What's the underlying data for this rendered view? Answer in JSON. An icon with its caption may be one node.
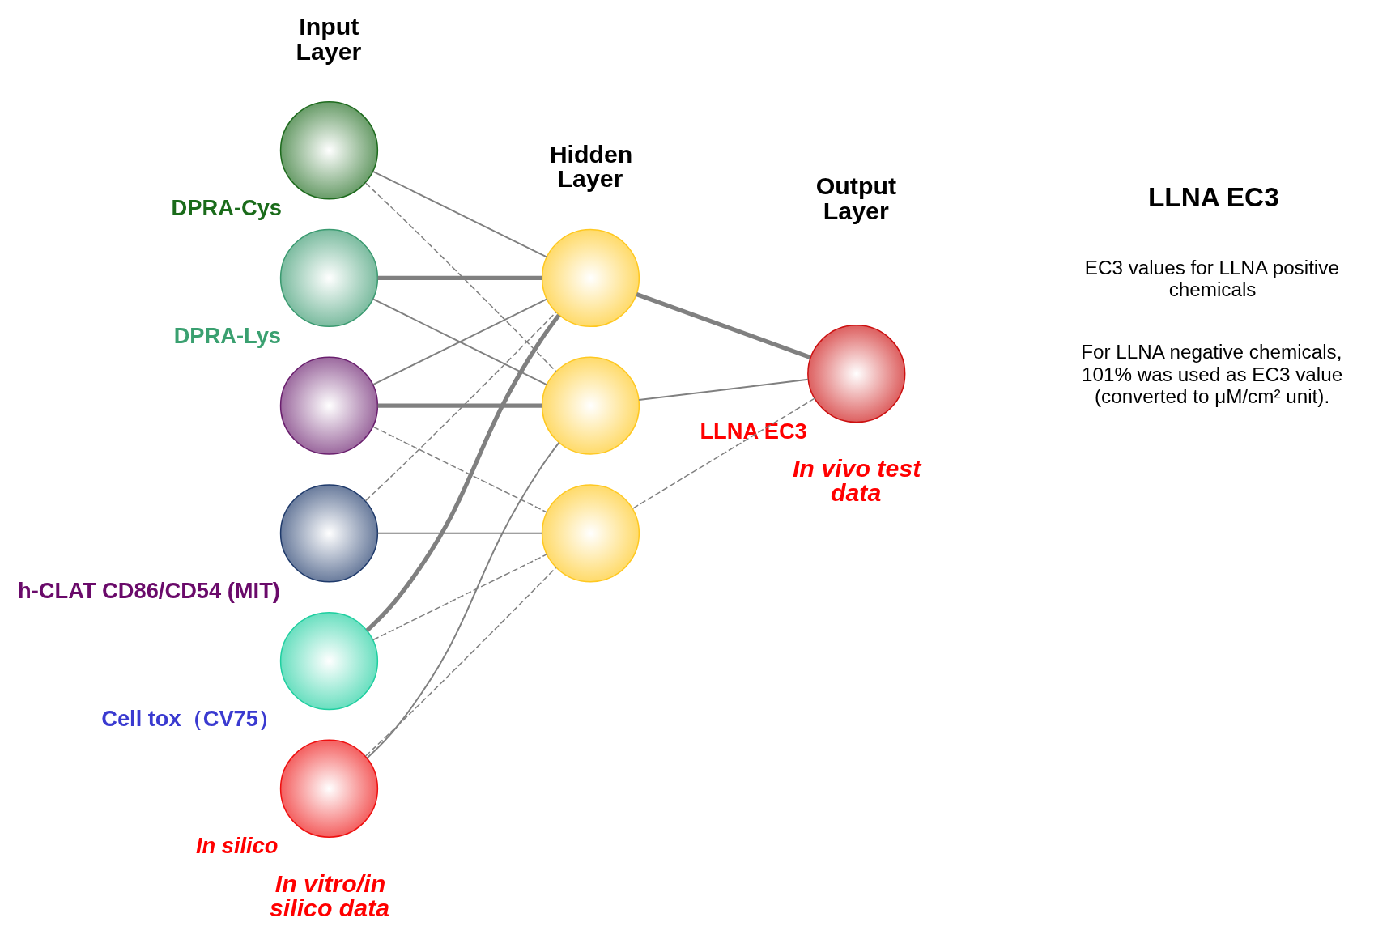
{
  "diagram": {
    "nodes": [
      {
        "text": [],
        "shape": "circle",
        "beside": [
          "DPRA-Cys"
        ]
      },
      {
        "text": [],
        "shape": "circle",
        "beside": [
          "DPRA-Lys"
        ]
      },
      {
        "text": [],
        "shape": "circle"
      },
      {
        "text": [],
        "shape": "circle",
        "beside": [
          "h-CLAT CD86/CD54 (MIT)"
        ]
      },
      {
        "text": [],
        "shape": "circle",
        "beside": [
          "Cell tox（CV75）"
        ]
      },
      {
        "text": [],
        "shape": "circle",
        "beside": [
          "In silico"
        ]
      },
      {
        "text": [],
        "shape": "circle"
      },
      {
        "text": [],
        "shape": "circle"
      },
      {
        "text": [],
        "shape": "circle"
      },
      {
        "text": [],
        "shape": "circle",
        "beside": [
          "LLNA EC3"
        ]
      }
    ],
    "edges": [
      {
        "from": 0,
        "to": 6,
        "arrow": "none"
      },
      {
        "from": 0,
        "to": 7,
        "arrow": "none",
        "style": "dashed"
      },
      {
        "from": 1,
        "to": 6,
        "arrow": "none",
        "style": "thick"
      },
      {
        "from": 1,
        "to": 7,
        "arrow": "none"
      },
      {
        "from": 2,
        "to": 6,
        "arrow": "none"
      },
      {
        "from": 2,
        "to": 7,
        "arrow": "none",
        "style": "thick"
      },
      {
        "from": 2,
        "to": 8,
        "arrow": "none",
        "style": "dashed"
      },
      {
        "from": 3,
        "to": 6,
        "arrow": "none",
        "style": "dashed"
      },
      {
        "from": 3,
        "to": 8,
        "arrow": "none"
      },
      {
        "from": 4,
        "to": 6,
        "arrow": "none",
        "style": "thick"
      },
      {
        "from": 4,
        "to": 8,
        "arrow": "none",
        "style": "dashed"
      },
      {
        "from": 5,
        "to": 7,
        "arrow": "none"
      },
      {
        "from": 5,
        "to": 8,
        "arrow": "none",
        "style": "dashed"
      },
      {
        "from": 6,
        "to": 9,
        "arrow": "none",
        "style": "thick"
      },
      {
        "from": 7,
        "to": 9,
        "arrow": "none"
      },
      {
        "from": 8,
        "to": 9,
        "arrow": "none",
        "style": "dashed"
      }
    ],
    "labels": [
      "Input Layer",
      "Hidden Layer",
      "Output Layer",
      "LLNA EC3",
      "EC3 values for LLNA positive chemicals",
      "For LLNA negative chemicals, 101% was used as EC3 value (converted to μM/cm² unit).",
      "In vitro/in silico data",
      "In vivo test data"
    ]
  }
}
